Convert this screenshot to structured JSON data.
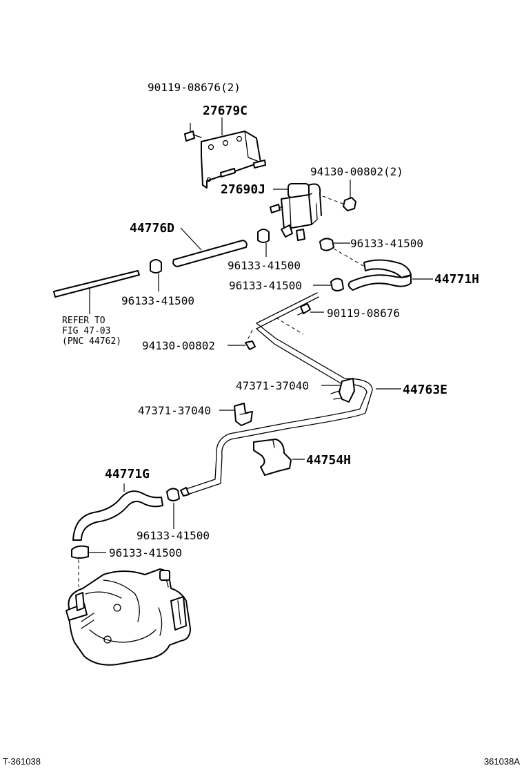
{
  "labels": {
    "bolt_top": "90119-08676(2)",
    "bracket_top": "27679C",
    "vsv": "27690J",
    "nut_top": "94130-00802(2)",
    "hose_44776d": "44776D",
    "clamp_mid": "96133-41500",
    "clamp_right_a": "96133-41500",
    "hose_44771h": "44771H",
    "clamp_right_b": "96133-41500",
    "clamp_left": "96133-41500",
    "bolt_mid": "90119-08676",
    "refer_line1": "REFER TO",
    "refer_line2": "FIG 47-03",
    "refer_line3": "(PNC 44762)",
    "nut_mid": "94130-00802",
    "clip_a": "47371-37040",
    "pipe_44763e": "44763E",
    "clip_b": "47371-37040",
    "bracket_44754h": "44754H",
    "hose_44771g": "44771G",
    "clamp_lower_a": "96133-41500",
    "clamp_lower_b": "96133-41500"
  },
  "footer": {
    "left_code": "T-361038",
    "right_code": "361038A"
  }
}
